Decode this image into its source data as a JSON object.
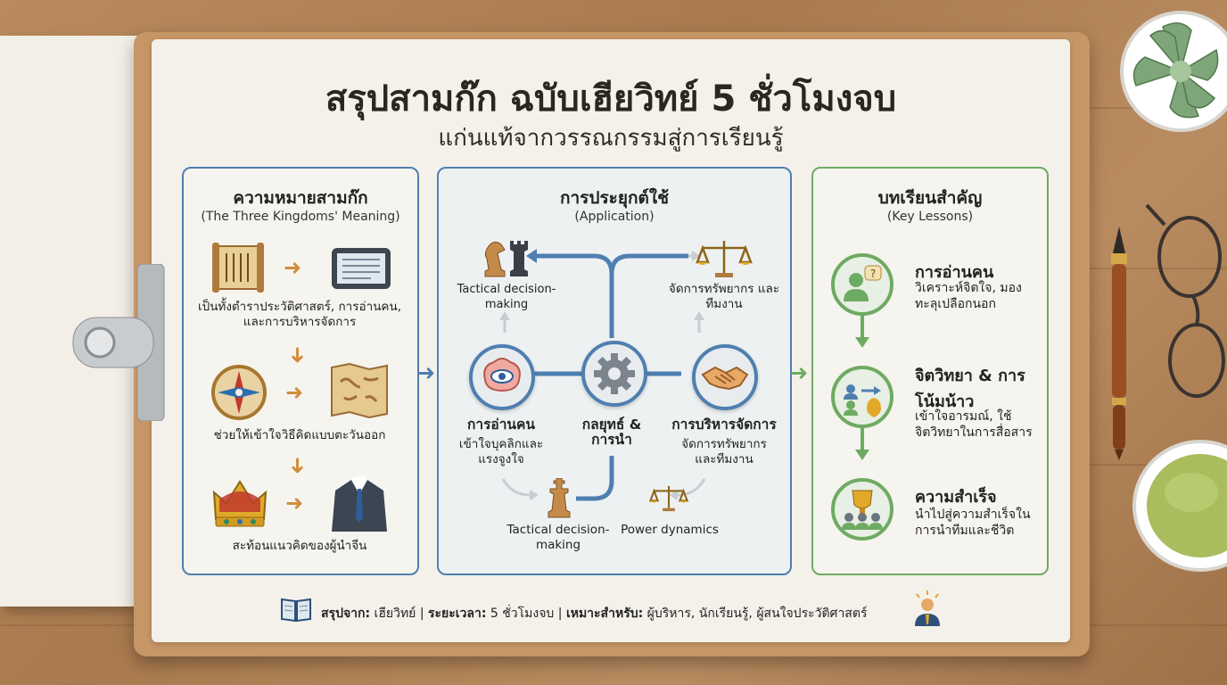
{
  "header": {
    "title": "สรุปสามก๊ก ฉบับเฮียวิทย์ 5 ชั่วโมงจบ",
    "subtitle": "แก่นแท้จากวรรณกรรมสู่การเรียนรู้"
  },
  "meaning": {
    "title": "ความหมายสามก๊ก",
    "subtitle": "(The Three Kingdoms' Meaning)",
    "items": [
      {
        "text": "เป็นทั้งตำราประวัติศาสตร์, การอ่านคน, และการบริหารจัดการ",
        "icons": [
          "scroll-icon",
          "tablet-icon"
        ]
      },
      {
        "text": "ช่วยให้เข้าใจวิธีคิดแบบตะวันออก",
        "icons": [
          "compass-icon",
          "map-icon"
        ]
      },
      {
        "text": "สะท้อนแนวคิดของผู้นำจีน",
        "icons": [
          "crown-icon",
          "suit-icon"
        ]
      }
    ]
  },
  "application": {
    "title": "การประยุกต์ใช้",
    "subtitle": "(Application)",
    "top_left": {
      "label": "Tactical decision-making",
      "icon": "chess-icon"
    },
    "top_right": {
      "label": "จัดการทรัพยากร และทีมงาน",
      "icon": "scales-icon"
    },
    "nodes": [
      {
        "title": "การอ่านคน",
        "text": "เข้าใจบุคลิกและแรงจูงใจ",
        "icon": "brain-eye-icon"
      },
      {
        "title": "กลยุทธ์ & การนำ",
        "text": "",
        "icon": "gear-icon"
      },
      {
        "title": "การบริหารจัดการ",
        "text": "จัดการทรัพยากร และทีมงาน",
        "icon": "handshake-icon"
      }
    ],
    "bottom_left": {
      "label": "Tactical decision-making",
      "icon": "chess-king-icon"
    },
    "bottom_right": {
      "label": "Power dynamics",
      "icon": "scales-icon"
    }
  },
  "lessons": {
    "title": "บทเรียนสำคัญ",
    "subtitle": "(Key Lessons)",
    "items": [
      {
        "title": "การอ่านคน",
        "text": "วิเคราะห์จิตใจ, มองทะลุเปลือกนอก",
        "icon": "person-question-icon"
      },
      {
        "title": "จิตวิทยา & การโน้มน้าว",
        "text": "เข้าใจอารมณ์, ใช้จิตวิทยาในการสื่อสาร",
        "icon": "persuasion-icon"
      },
      {
        "title": "ความสำเร็จ",
        "text": "นำไปสู่ความสำเร็จในการนำทีมและชีวิต",
        "icon": "trophy-team-icon"
      }
    ]
  },
  "footer": {
    "label1": "สรุปจาก:",
    "value1": "เฮียวิทย์",
    "label2": "ระยะเวลา:",
    "value2": "5 ชั่วโมงจบ",
    "label3": "เหมาะสำหรับ:",
    "value3": "ผู้บริหาร, นักเรียนรู้, ผู้สนใจประวัติศาสตร์",
    "sep": "|"
  },
  "colors": {
    "blue": "#4f7fb0",
    "green": "#6eab62",
    "orange": "#d08c3c"
  }
}
